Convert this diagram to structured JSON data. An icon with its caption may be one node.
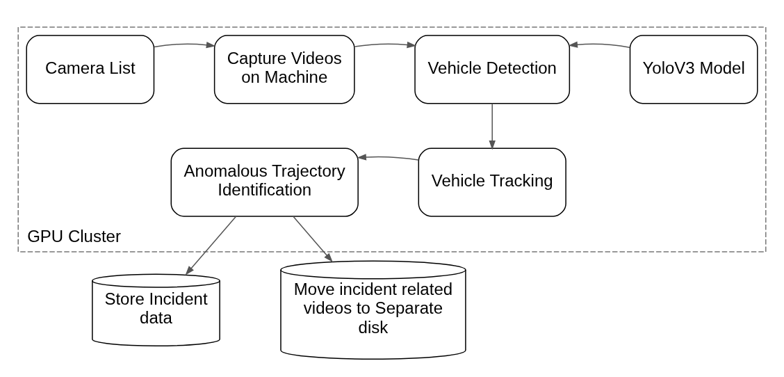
{
  "diagram": {
    "nodes": [
      {
        "text": [
          "GPU Cluster"
        ]
      },
      {
        "text": [
          "Camera List"
        ],
        "in": 0
      },
      {
        "text": [
          "Capture Videos on Machine"
        ],
        "in": 0
      },
      {
        "text": [
          "Vehicle Detection"
        ],
        "in": 0
      },
      {
        "text": [
          "YoloV3 Model"
        ],
        "in": 0
      },
      {
        "text": [
          "Vehicle Tracking"
        ],
        "in": 0
      },
      {
        "text": [
          "Anomalous Trajectory Identification"
        ],
        "in": 0
      },
      {
        "text": [
          "Store Incident data"
        ]
      },
      {
        "text": [
          "Move incident related videos to Separate disk"
        ]
      }
    ],
    "edges": [
      {
        "from": 1,
        "to": 2,
        "arrow": "to"
      },
      {
        "from": 2,
        "to": 3,
        "arrow": "to"
      },
      {
        "from": 4,
        "to": 3,
        "arrow": "to"
      },
      {
        "from": 3,
        "to": 5,
        "arrow": "to"
      },
      {
        "from": 5,
        "to": 6,
        "arrow": "to"
      },
      {
        "from": 6,
        "to": 7,
        "arrow": "to"
      },
      {
        "from": 6,
        "to": 8,
        "arrow": "to"
      }
    ]
  }
}
